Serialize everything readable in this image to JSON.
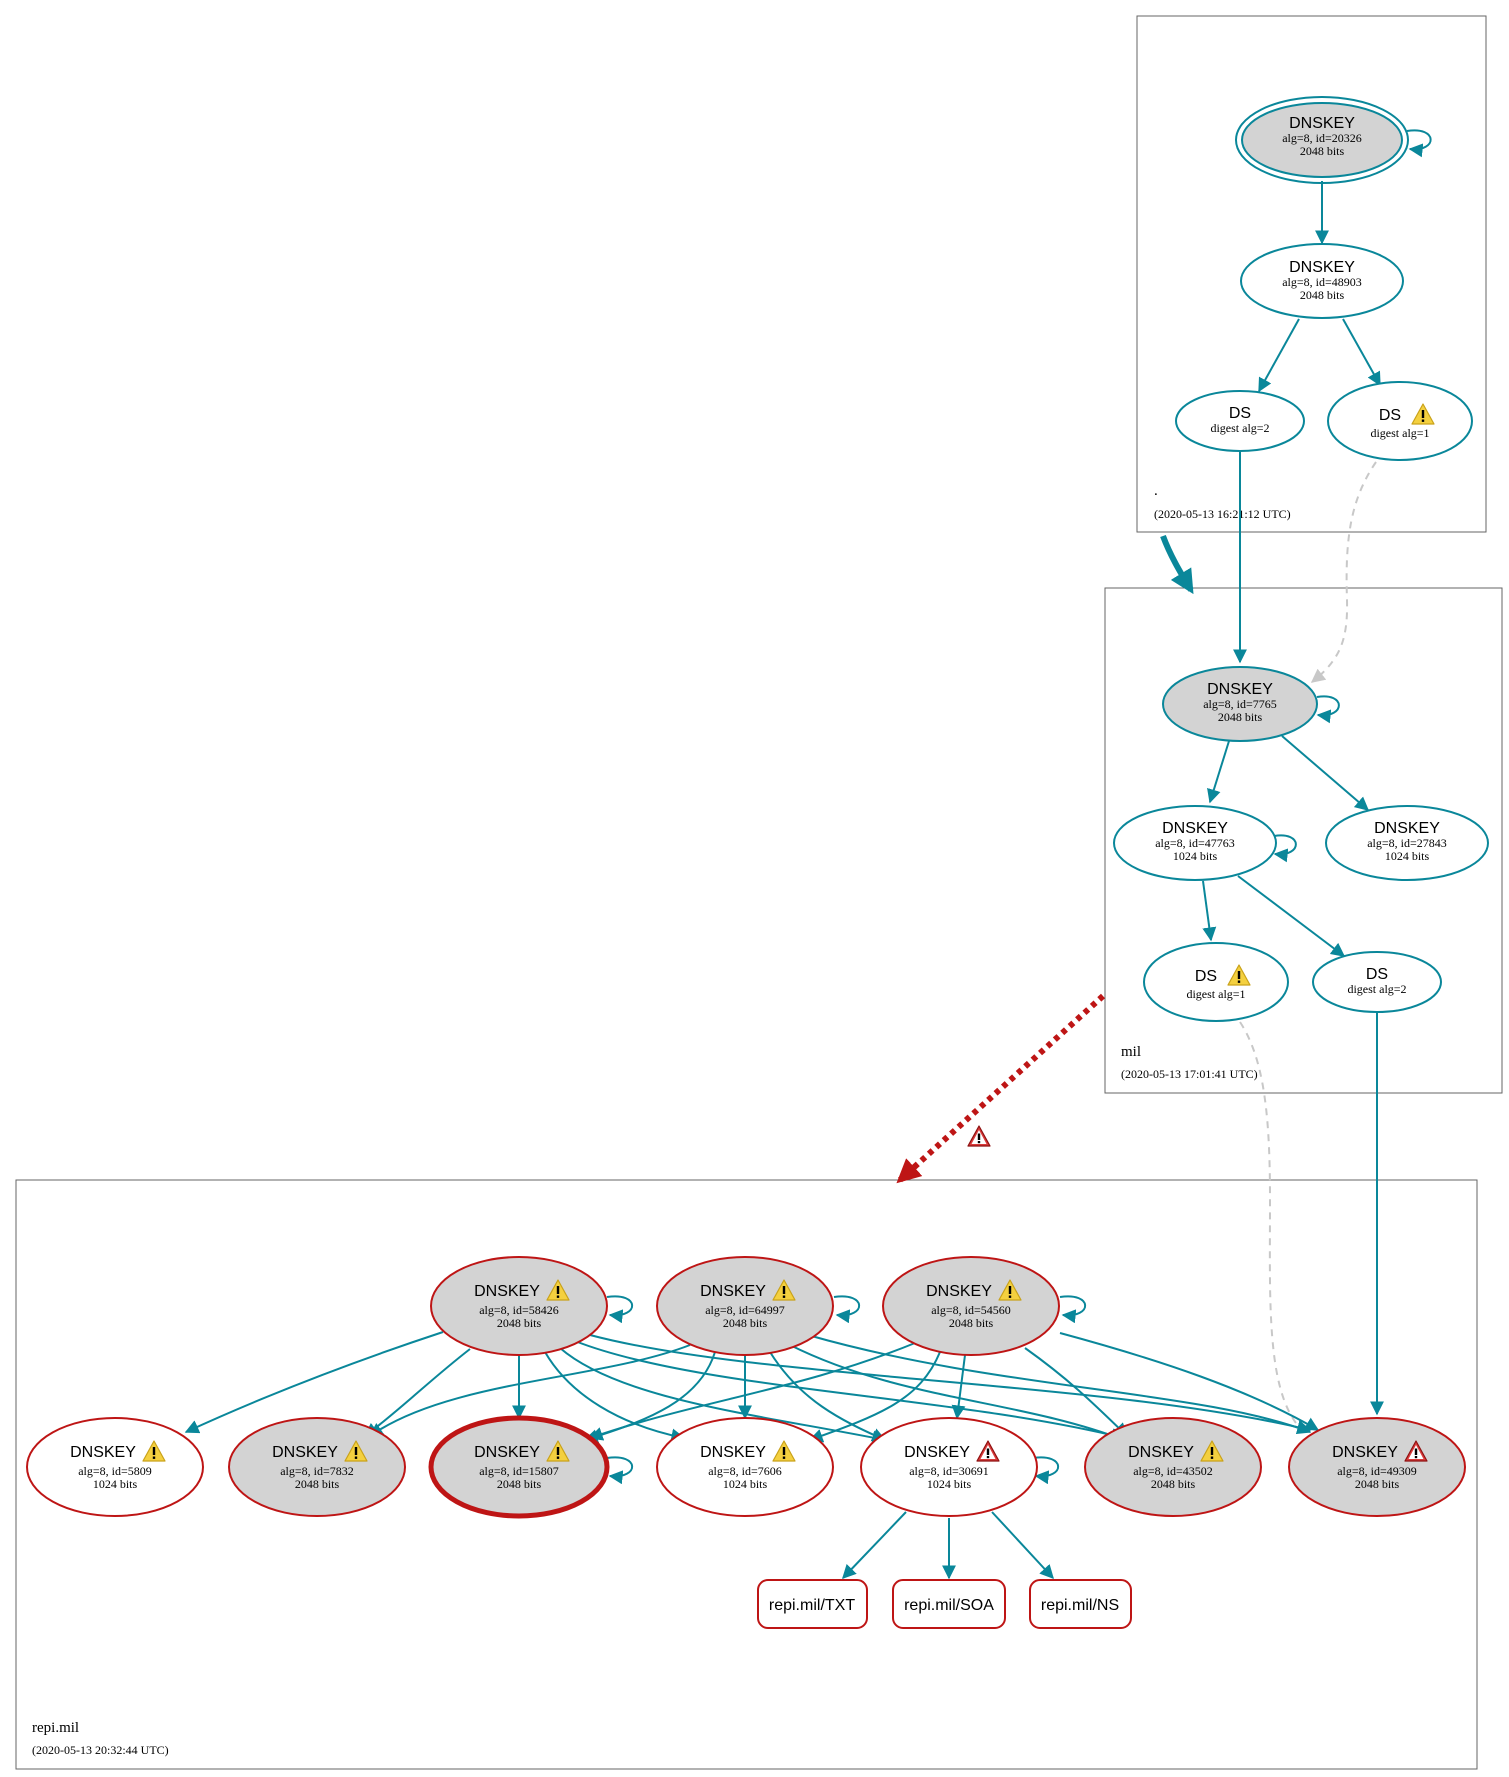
{
  "zones": {
    "root": {
      "name": ".",
      "time": "(2020-05-13 16:21:12 UTC)"
    },
    "mil": {
      "name": "mil",
      "time": "(2020-05-13 17:01:41 UTC)"
    },
    "repi": {
      "name": "repi.mil",
      "time": "(2020-05-13 20:32:44 UTC)"
    }
  },
  "nodes": {
    "root_ksk": {
      "title": "DNSKEY",
      "line1": "alg=8, id=20326",
      "line2": "2048 bits"
    },
    "root_zsk": {
      "title": "DNSKEY",
      "line1": "alg=8, id=48903",
      "line2": "2048 bits"
    },
    "root_ds2": {
      "title": "DS",
      "line1": "digest alg=2"
    },
    "root_ds1": {
      "title": "DS",
      "line1": "digest alg=1"
    },
    "mil_ksk": {
      "title": "DNSKEY",
      "line1": "alg=8, id=7765",
      "line2": "2048 bits"
    },
    "mil_zsk1": {
      "title": "DNSKEY",
      "line1": "alg=8, id=47763",
      "line2": "1024 bits"
    },
    "mil_zsk2": {
      "title": "DNSKEY",
      "line1": "alg=8, id=27843",
      "line2": "1024 bits"
    },
    "mil_ds1": {
      "title": "DS",
      "line1": "digest alg=1"
    },
    "mil_ds2": {
      "title": "DS",
      "line1": "digest alg=2"
    },
    "k58426": {
      "title": "DNSKEY",
      "line1": "alg=8, id=58426",
      "line2": "2048 bits"
    },
    "k64997": {
      "title": "DNSKEY",
      "line1": "alg=8, id=64997",
      "line2": "2048 bits"
    },
    "k54560": {
      "title": "DNSKEY",
      "line1": "alg=8, id=54560",
      "line2": "2048 bits"
    },
    "k5809": {
      "title": "DNSKEY",
      "line1": "alg=8, id=5809",
      "line2": "1024 bits"
    },
    "k7832": {
      "title": "DNSKEY",
      "line1": "alg=8, id=7832",
      "line2": "2048 bits"
    },
    "k15807": {
      "title": "DNSKEY",
      "line1": "alg=8, id=15807",
      "line2": "2048 bits"
    },
    "k7606": {
      "title": "DNSKEY",
      "line1": "alg=8, id=7606",
      "line2": "1024 bits"
    },
    "k30691": {
      "title": "DNSKEY",
      "line1": "alg=8, id=30691",
      "line2": "1024 bits"
    },
    "k43502": {
      "title": "DNSKEY",
      "line1": "alg=8, id=43502",
      "line2": "2048 bits"
    },
    "k49309": {
      "title": "DNSKEY",
      "line1": "alg=8, id=49309",
      "line2": "2048 bits"
    }
  },
  "rrsets": {
    "txt": "repi.mil/TXT",
    "soa": "repi.mil/SOA",
    "ns": "repi.mil/NS"
  },
  "colors": {
    "secure": "#0a879a",
    "bogus": "#be1515",
    "insecure_dashed": "#c8c8c8",
    "key_fill": "#d3d3d3",
    "warning_icon": "#f4d03f",
    "error_icon": "#d93a3a"
  },
  "icons": {
    "warning": "warning-icon",
    "error": "error-icon"
  }
}
